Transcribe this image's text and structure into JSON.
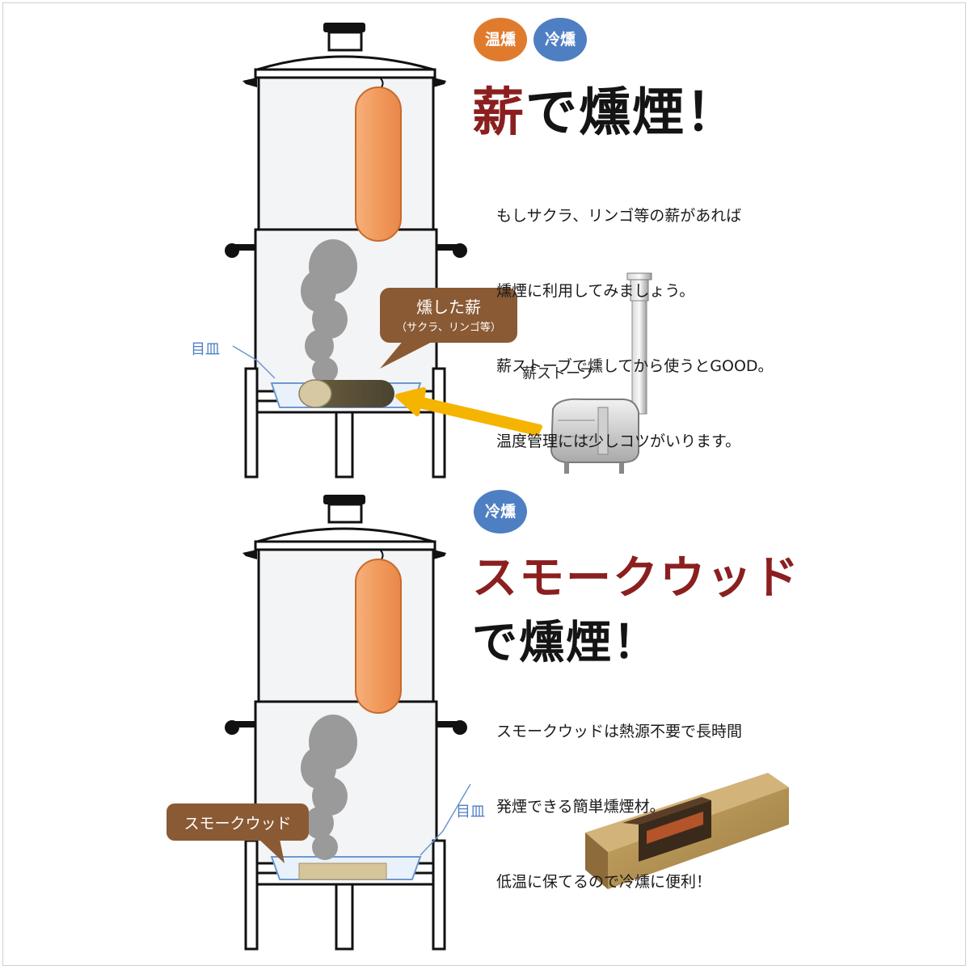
{
  "top_section": {
    "badges": [
      "温燻",
      "冷燻"
    ],
    "heading_accent": "薪",
    "heading_rest": "で燻煙！",
    "description_lines": [
      "もしサクラ、リンゴ等の薪があれば",
      "燻煙に利用してみましょう。",
      "薪ストーブで燻してから使うとGOOD。",
      "温度管理には少しコツがいります。"
    ],
    "callout_title": "燻した薪",
    "callout_sub": "（サクラ、リンゴ等）",
    "plate_label": "目皿",
    "stove_label": "薪ストーブ"
  },
  "bottom_section": {
    "badges": [
      "冷燻"
    ],
    "heading_line1": "スモークウッド",
    "heading_line2": "で燻煙！",
    "description_lines": [
      "スモークウッドは熱源不要で長時間",
      "発煙できる簡単燻煙材。",
      "低温に保てるので冷燻に便利！"
    ],
    "callout_title": "スモークウッド",
    "plate_label": "目皿"
  },
  "colors": {
    "orange_badge": "#e07b2e",
    "blue_badge": "#4f7fc3",
    "heading_red": "#8b1f1f",
    "callout_brown": "#8a5a34",
    "sausage": "#f19a5c",
    "smoke": "#9a9a9a",
    "arrow": "#f5b400"
  },
  "icons": [
    "smoker-pot-icon",
    "sausage-icon",
    "smoke-icon",
    "log-icon",
    "wood-stove-icon",
    "smoke-wood-block-icon",
    "arrow-icon"
  ]
}
